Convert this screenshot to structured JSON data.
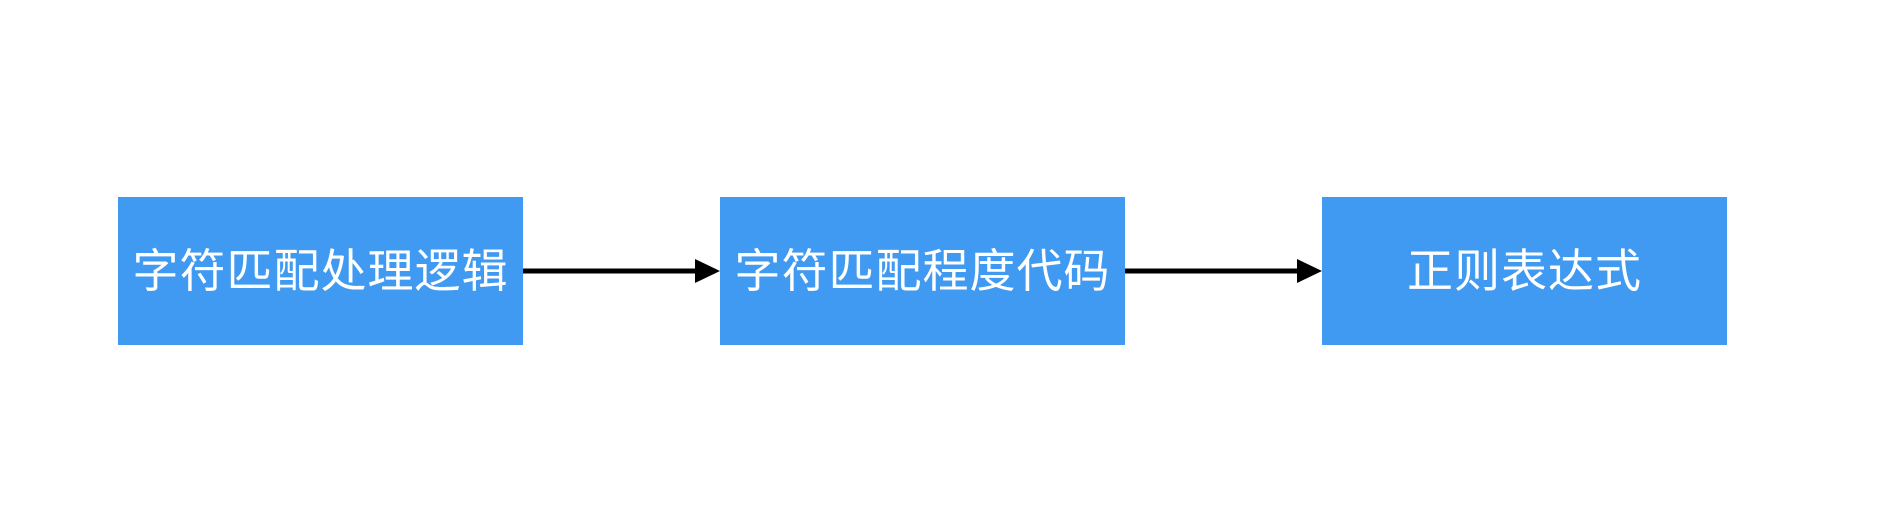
{
  "diagram": {
    "type": "flowchart",
    "orientation": "left-to-right",
    "background_color": "#ffffff",
    "node_fill_color": "#419af2",
    "node_text_color": "#ffffff",
    "edge_color": "#000000",
    "nodes": [
      {
        "id": "node-1",
        "label": "字符匹配处理逻辑"
      },
      {
        "id": "node-2",
        "label": "字符匹配程度代码"
      },
      {
        "id": "node-3",
        "label": "正则表达式"
      }
    ],
    "edges": [
      {
        "id": "edge-1",
        "from": "node-1",
        "to": "node-2",
        "label": "",
        "arrow": "single-head-right"
      },
      {
        "id": "edge-2",
        "from": "node-2",
        "to": "node-3",
        "label": "",
        "arrow": "single-head-right"
      }
    ]
  }
}
